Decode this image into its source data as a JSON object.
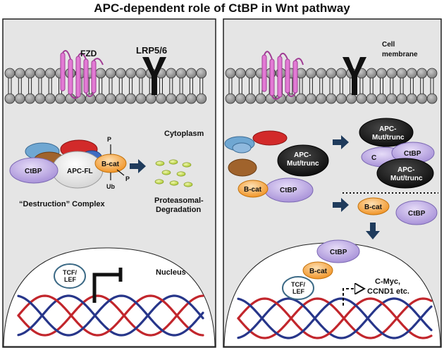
{
  "title": "APC-dependent role of CtBP in Wnt pathway",
  "colors": {
    "panel_bg": "#e5e5e5",
    "lipid_head": "#8c8c8c",
    "receptor": "#e27ad4",
    "ctbp": "#b7a2e2",
    "bcat": "#f6a33e",
    "apc_mut": "#141414",
    "dna_red": "#c2262c",
    "dna_blue": "#27368a"
  },
  "left": {
    "fzd": "FZD",
    "lrp": "LRP5/6",
    "cytoplasm": "Cytoplasm",
    "ctbp": "CtBP",
    "apc_fl": "APC-FL",
    "bcat": "B-cat",
    "p1": "P",
    "p2": "P",
    "ub": "Ub",
    "destruction": "“Destruction” Complex",
    "proteasomal1": "Proteasomal-",
    "proteasomal2": "Degradation",
    "nucleus": "Nucleus",
    "tcf1": "TCF/",
    "tcf2": "LEF"
  },
  "right": {
    "cell1": "Cell",
    "cell2": "membrane",
    "apc_mut1": "APC-",
    "apc_mut2": "Mut/trunc",
    "ctbp": "CtBP",
    "bcat": "B-cat",
    "apc_a1": "APC-",
    "apc_a2": "Mut/trunc",
    "ctbp_c": "CtBP",
    "c_frag": "C",
    "apc_b1": "APC-",
    "apc_b2": "Mut/trunc",
    "bcat2": "B-cat",
    "ctbp2": "CtBP",
    "ctbp3": "CtBP",
    "bcat3": "B-cat",
    "tcf1": "TCF/",
    "tcf2": "LEF",
    "targets1": "C-Myc,",
    "targets2": "CCND1 etc."
  }
}
